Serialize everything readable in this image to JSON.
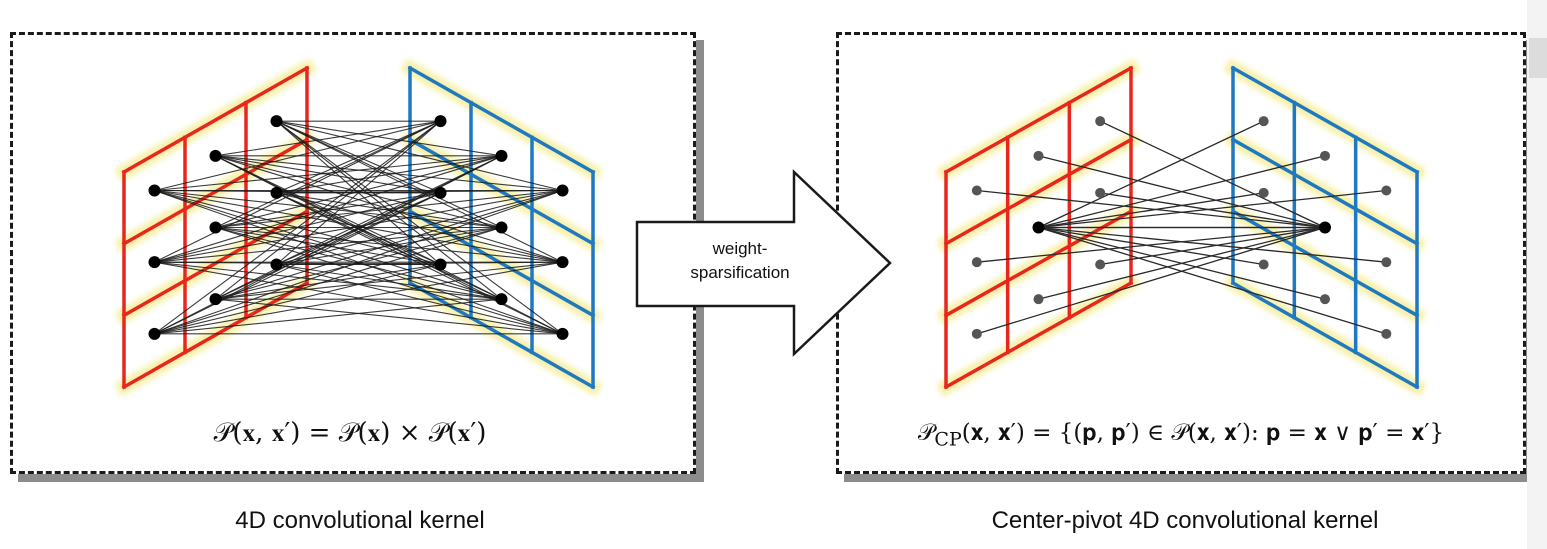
{
  "left_panel": {
    "formula": {
      "p1": "𝒫(",
      "x": "𝐱",
      "comma": ", ",
      "xp": "𝐱′",
      "p2": ") = 𝒫(",
      "x2": "𝐱",
      "p3": ") × 𝒫(",
      "xp2": "𝐱′",
      "p4": ")"
    },
    "caption": "4D convolutional kernel"
  },
  "arrow": {
    "line1": "weight-",
    "line2": "sparsification"
  },
  "right_panel": {
    "formula": {
      "p1": "𝒫",
      "sub": "CP",
      "p2": "(𝐱, 𝐱′) = {(𝐩, 𝐩′) ∈ 𝒫(𝐱, 𝐱′): 𝐩 = 𝐱 ∨ 𝐩′ = 𝐱′}"
    },
    "caption": "Center-pivot 4D convolutional kernel"
  },
  "colors": {
    "left_grid": "#e8261e",
    "right_grid": "#1f78c4",
    "glow": "#f7f0a8",
    "dense_edges": "#1a1a1a",
    "sparse_nodes": "#555555"
  }
}
